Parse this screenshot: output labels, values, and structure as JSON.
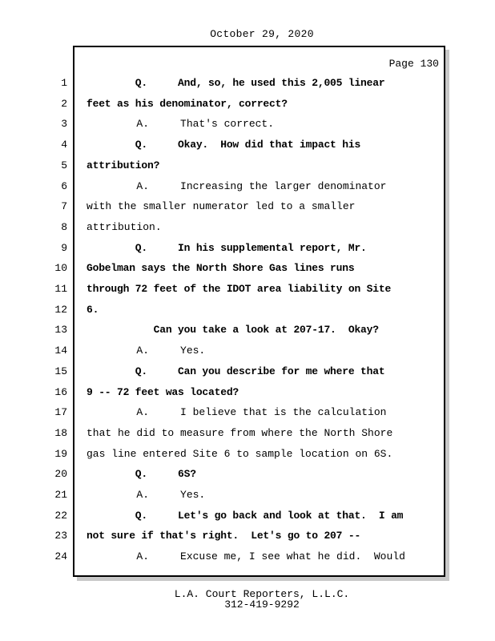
{
  "header": {
    "date": "October 29, 2020"
  },
  "page": {
    "label": "Page 130"
  },
  "lines": [
    {
      "num": "1",
      "text": "        Q.     And, so, he used this 2,005 linear",
      "bold": true
    },
    {
      "num": "2",
      "text": "feet as his denominator, correct?",
      "bold": true
    },
    {
      "num": "3",
      "text": "        A.     That's correct.",
      "bold": false
    },
    {
      "num": "4",
      "text": "        Q.     Okay.  How did that impact his",
      "bold": true
    },
    {
      "num": "5",
      "text": "attribution?",
      "bold": true
    },
    {
      "num": "6",
      "text": "        A.     Increasing the larger denominator",
      "bold": false
    },
    {
      "num": "7",
      "text": "with the smaller numerator led to a smaller",
      "bold": false
    },
    {
      "num": "8",
      "text": "attribution.",
      "bold": false
    },
    {
      "num": "9",
      "text": "        Q.     In his supplemental report, Mr.",
      "bold": true
    },
    {
      "num": "10",
      "text": "Gobelman says the North Shore Gas lines runs",
      "bold": true
    },
    {
      "num": "11",
      "text": "through 72 feet of the IDOT area liability on Site",
      "bold": true
    },
    {
      "num": "12",
      "text": "6.",
      "bold": true
    },
    {
      "num": "13",
      "text": "           Can you take a look at 207-17.  Okay?",
      "bold": true
    },
    {
      "num": "14",
      "text": "        A.     Yes.",
      "bold": false
    },
    {
      "num": "15",
      "text": "        Q.     Can you describe for me where that",
      "bold": true
    },
    {
      "num": "16",
      "text": "9 -- 72 feet was located?",
      "bold": true
    },
    {
      "num": "17",
      "text": "        A.     I believe that is the calculation",
      "bold": false
    },
    {
      "num": "18",
      "text": "that he did to measure from where the North Shore",
      "bold": false
    },
    {
      "num": "19",
      "text": "gas line entered Site 6 to sample location on 6S.",
      "bold": false
    },
    {
      "num": "20",
      "text": "        Q.     6S?",
      "bold": true
    },
    {
      "num": "21",
      "text": "        A.     Yes.",
      "bold": false
    },
    {
      "num": "22",
      "text": "        Q.     Let's go back and look at that.  I am",
      "bold": true
    },
    {
      "num": "23",
      "text": "not sure if that's right.  Let's go to 207 --",
      "bold": true
    },
    {
      "num": "24",
      "text": "        A.     Excuse me, I see what he did.  Would",
      "bold": false
    }
  ],
  "footer": {
    "company": "L.A. Court Reporters, L.L.C.",
    "phone": "312-419-9292"
  }
}
